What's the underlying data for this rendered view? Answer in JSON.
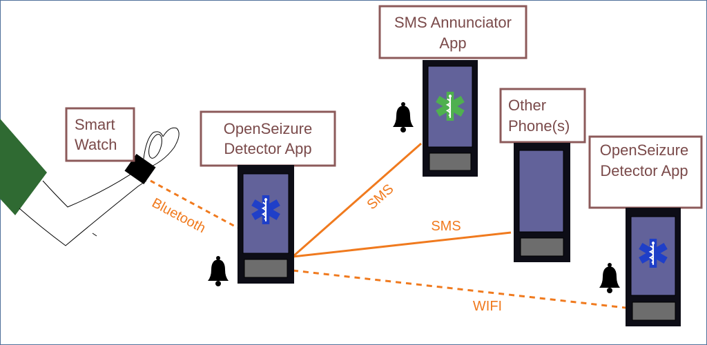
{
  "labels": {
    "smart_watch": [
      "Smart",
      "Watch"
    ],
    "detector_1": [
      "OpenSeizure",
      "Detector App"
    ],
    "annunciator": [
      "SMS Annunciator",
      "App"
    ],
    "other_phones": [
      "Other",
      "Phone(s)"
    ],
    "detector_2": [
      "OpenSeizure",
      "Detector App"
    ]
  },
  "links": {
    "bluetooth": "Bluetooth",
    "sms_annunciator": "SMS",
    "sms_other": "SMS",
    "wifi": "WIFI"
  },
  "icons": {
    "phone_logo": "star-of-life-icon",
    "annunciator_logo": "star-of-life-icon",
    "alarm": "bell-icon"
  },
  "colors": {
    "link": "#f07a1e",
    "label_border": "#8c5a5a",
    "label_text": "#7a4a4a",
    "phone_body": "#0d0d16",
    "phone_screen": "#62629a",
    "phone_button": "#6d6d6d",
    "star_blue": "#1f3fc8",
    "star_green": "#4fb04f",
    "hand_green": "#2f6a32",
    "frame": "#4f6f99"
  }
}
